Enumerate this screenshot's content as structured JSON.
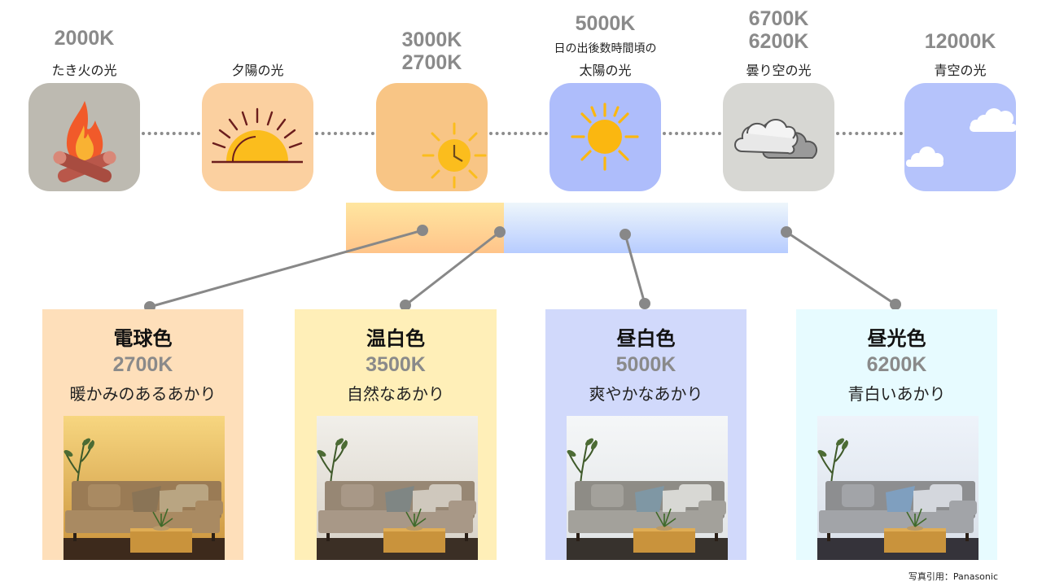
{
  "timeline": [
    {
      "kelvin": [
        "2000K"
      ],
      "label": "たき火の光",
      "icon": "campfire-icon",
      "bg": "#bdbab1"
    },
    {
      "kelvin": [],
      "label": "夕陽の光",
      "icon": "sunset-icon",
      "bg": "#fbd0a0"
    },
    {
      "kelvin": [
        "3000K",
        "2700K"
      ],
      "label": "",
      "icon": "sun-clock-icon",
      "bg": "#f8c585"
    },
    {
      "kelvin": [
        "5000K"
      ],
      "sublabel": "日の出後数時間頃の",
      "label": "太陽の光",
      "icon": "sun-icon",
      "bg": "#aebdfb"
    },
    {
      "kelvin": [
        "6700K",
        "6200K"
      ],
      "label": "曇り空の光",
      "icon": "cloud-icon",
      "bg": "#d7d7d3"
    },
    {
      "kelvin": [
        "12000K"
      ],
      "label": "青空の光",
      "icon": "blue-sky-icon",
      "bg": "#b5c3fb"
    }
  ],
  "cards": [
    {
      "title": "電球色",
      "kelvin": "2700K",
      "desc": "暖かみのあるあかり",
      "bg": "#fedfba",
      "tone": "warm"
    },
    {
      "title": "温白色",
      "kelvin": "3500K",
      "desc": "自然なあかり",
      "bg": "#ffefb8",
      "tone": "neutral"
    },
    {
      "title": "昼白色",
      "kelvin": "5000K",
      "desc": "爽やかなあかり",
      "bg": "#d1d9fb",
      "tone": "day"
    },
    {
      "title": "昼光色",
      "kelvin": "6200K",
      "desc": "青白いあかり",
      "bg": "#e7fbff",
      "tone": "cool"
    }
  ],
  "credit": "写真引用：Panasonic",
  "colors": {
    "connector": "#888888",
    "kelvin_text": "#8a8a8a"
  }
}
